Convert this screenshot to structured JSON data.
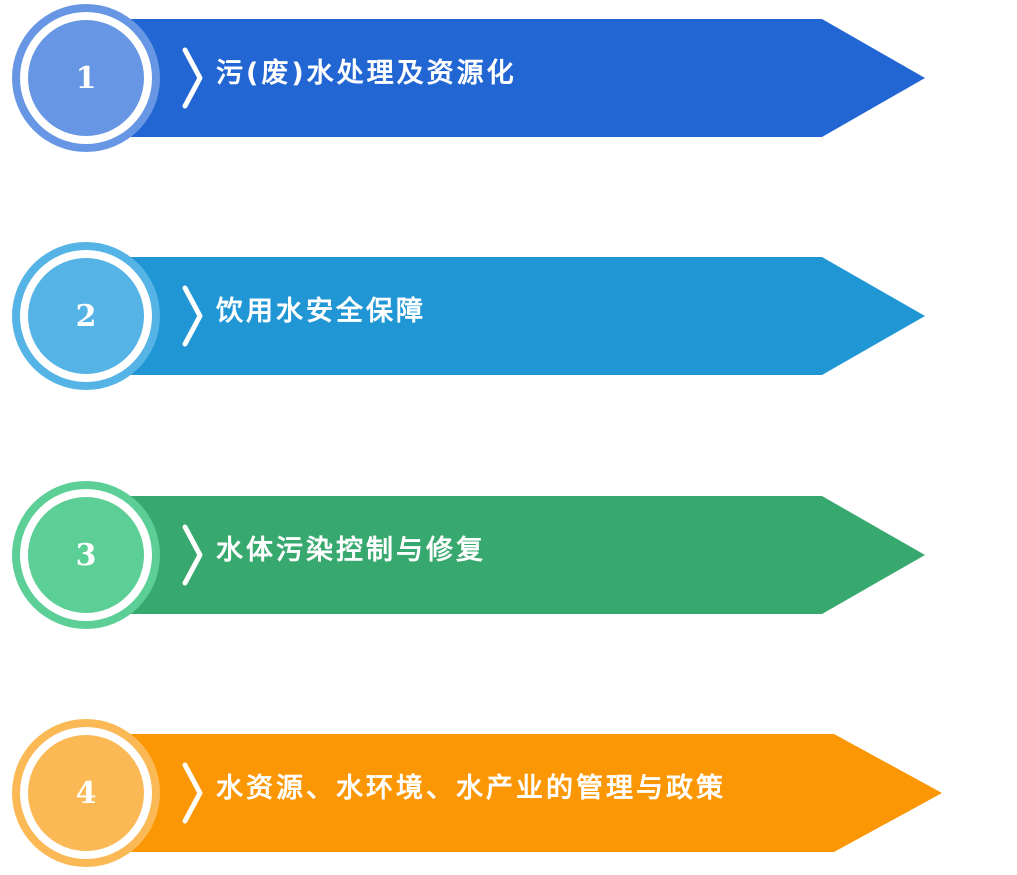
{
  "steps": [
    {
      "number": "1",
      "label": "污(废)水处理及资源化",
      "color": "#2266d4",
      "circle_outer": "#6797e4",
      "circle_inner": "#6797e4"
    },
    {
      "number": "2",
      "label": "饮用水安全保障",
      "color": "#2196d5",
      "circle_outer": "#56b3e6",
      "circle_inner": "#56b3e6"
    },
    {
      "number": "3",
      "label": "水体污染控制与修复",
      "color": "#37a86e",
      "circle_outer": "#5ccf96",
      "circle_inner": "#5ccf96"
    },
    {
      "number": "4",
      "label": "水资源、水环境、水产业的管理与政策",
      "color": "#fb9604",
      "circle_outer": "#fbb956",
      "circle_inner": "#fbb956"
    }
  ]
}
